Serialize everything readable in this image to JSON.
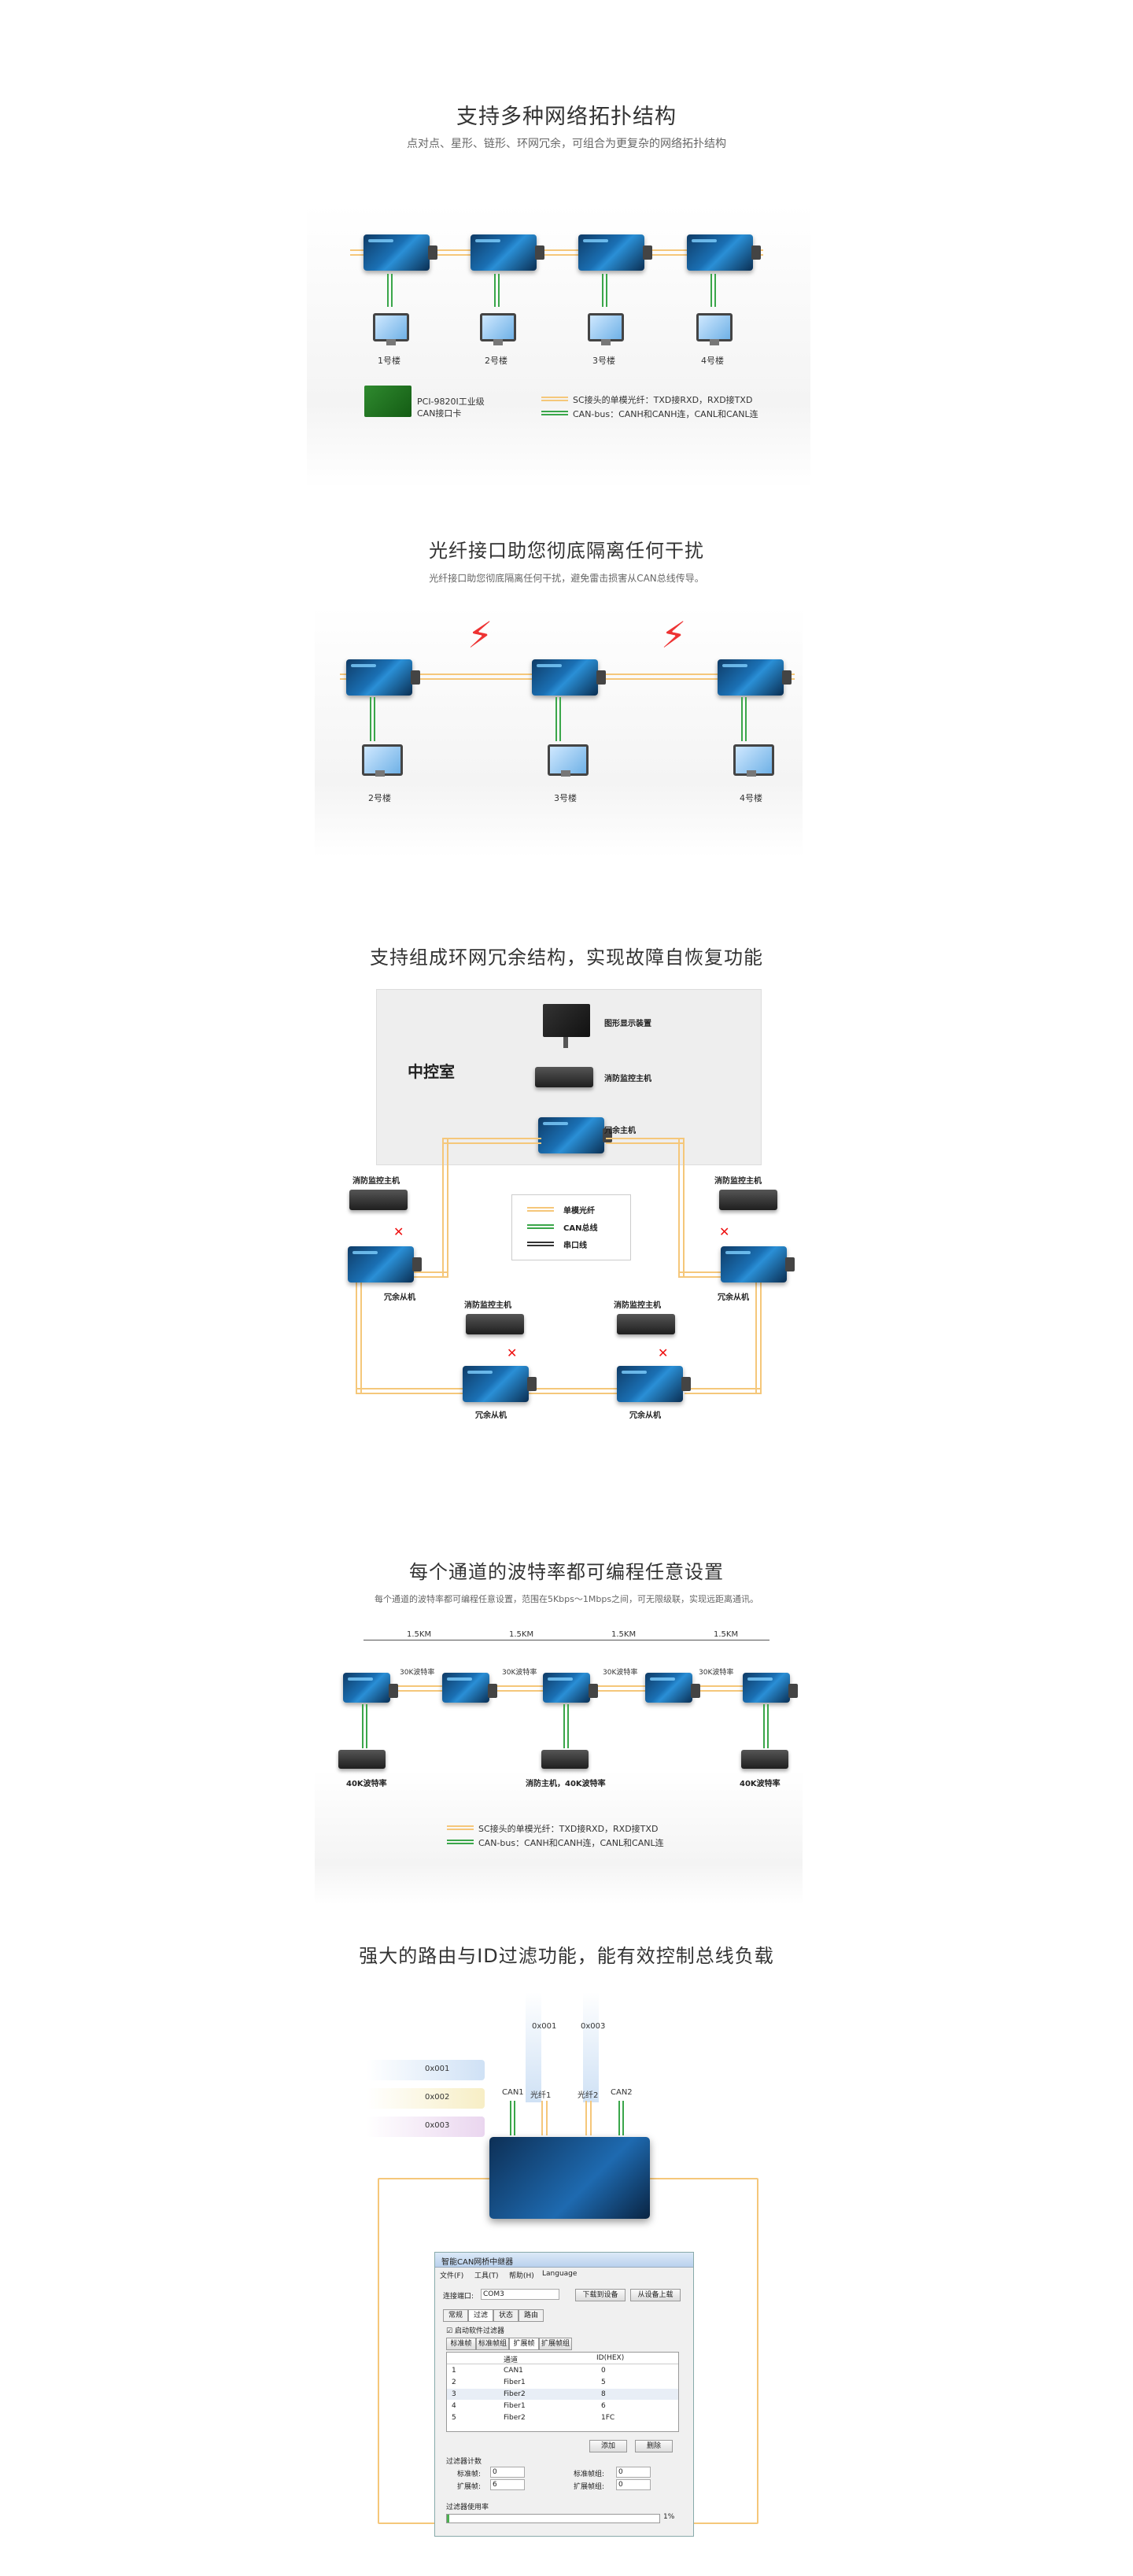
{
  "s1": {
    "title": "支持多种网络拓扑结构",
    "subtitle": "点对点、星形、链形、环网冗余，可组合为更复杂的网络拓扑结构",
    "floors": [
      "1号楼",
      "2号楼",
      "3号楼",
      "4号楼"
    ],
    "card_label": [
      "PCI-9820I工业级",
      "CAN接口卡"
    ],
    "legend_fiber": "SC接头的单模光纤：TXD接RXD，RXD接TXD",
    "legend_can": "CAN-bus：CANH和CANH连，CANL和CANL连"
  },
  "s2": {
    "title": "光纤接口助您彻底隔离任何干扰",
    "subtitle": "光纤接口助您彻底隔离任何干扰，避免雷击损害从CAN总线传导。",
    "floors": [
      "2号楼",
      "3号楼",
      "4号楼"
    ]
  },
  "s3": {
    "title": "支持组成环网冗余结构，实现故障自恢复功能",
    "room": "中控室",
    "display": "图形显示装置",
    "host": "消防监控主机",
    "master": "冗余主机",
    "slave": "冗余从机",
    "legend": [
      "单模光纤",
      "CAN总线",
      "串口线"
    ]
  },
  "s4": {
    "title": "每个通道的波特率都可编程任意设置",
    "subtitle": "每个通道的波特率都可编程任意设置，范围在5Kbps～1Mbps之间，可无限级联，实现远距离通讯。",
    "distance": "1.5KM",
    "rate30": "30K波特率",
    "rate40": "40K波特率",
    "mid_host": "消防主机，40K波特率",
    "legend_fiber": "SC接头的单模光纤：TXD接RXD，RXD接TXD",
    "legend_can": "CAN-bus：CANH和CANH连，CANL和CANL连"
  },
  "s5": {
    "title": "强大的路由与ID过滤功能，能有效控制总线负载",
    "ids": [
      "0x001",
      "0x002",
      "0x003"
    ],
    "out_ids": [
      "0x001",
      "0x003"
    ],
    "ports": [
      "CAN1",
      "光纤1",
      "光纤2",
      "CAN2"
    ],
    "window": {
      "title": "智能CAN网桥中继器",
      "menu": [
        "文件(F)",
        "工具(T)",
        "帮助(H)",
        "Language"
      ],
      "port_label": "连接端口:",
      "port_value": "COM3",
      "btn_download": "下载到设备",
      "btn_upload": "从设备上载",
      "tabs": [
        "常规",
        "过滤",
        "状态",
        "路由"
      ],
      "check": "启动软件过滤器",
      "subtabs": [
        "标准帧",
        "标准帧组",
        "扩展帧",
        "扩展帧组"
      ],
      "col_channel": "通道",
      "col_id": "ID(HEX)",
      "rows": [
        [
          "1",
          "CAN1",
          "0"
        ],
        [
          "2",
          "Fiber1",
          "5"
        ],
        [
          "3",
          "Fiber2",
          "8"
        ],
        [
          "4",
          "Fiber1",
          "6"
        ],
        [
          "5",
          "Fiber2",
          "1FC"
        ]
      ],
      "btn_add": "添加",
      "btn_del": "删除",
      "count_label": "过滤器计数",
      "std_label": "标准帧:",
      "std_val": "0",
      "std_group_label": "标准帧组:",
      "std_group_val": "0",
      "ext_label": "扩展帧:",
      "ext_val": "6",
      "ext_group_label": "扩展帧组:",
      "ext_group_val": "0",
      "usage_label": "过滤器使用率",
      "usage_val": "1%"
    }
  }
}
